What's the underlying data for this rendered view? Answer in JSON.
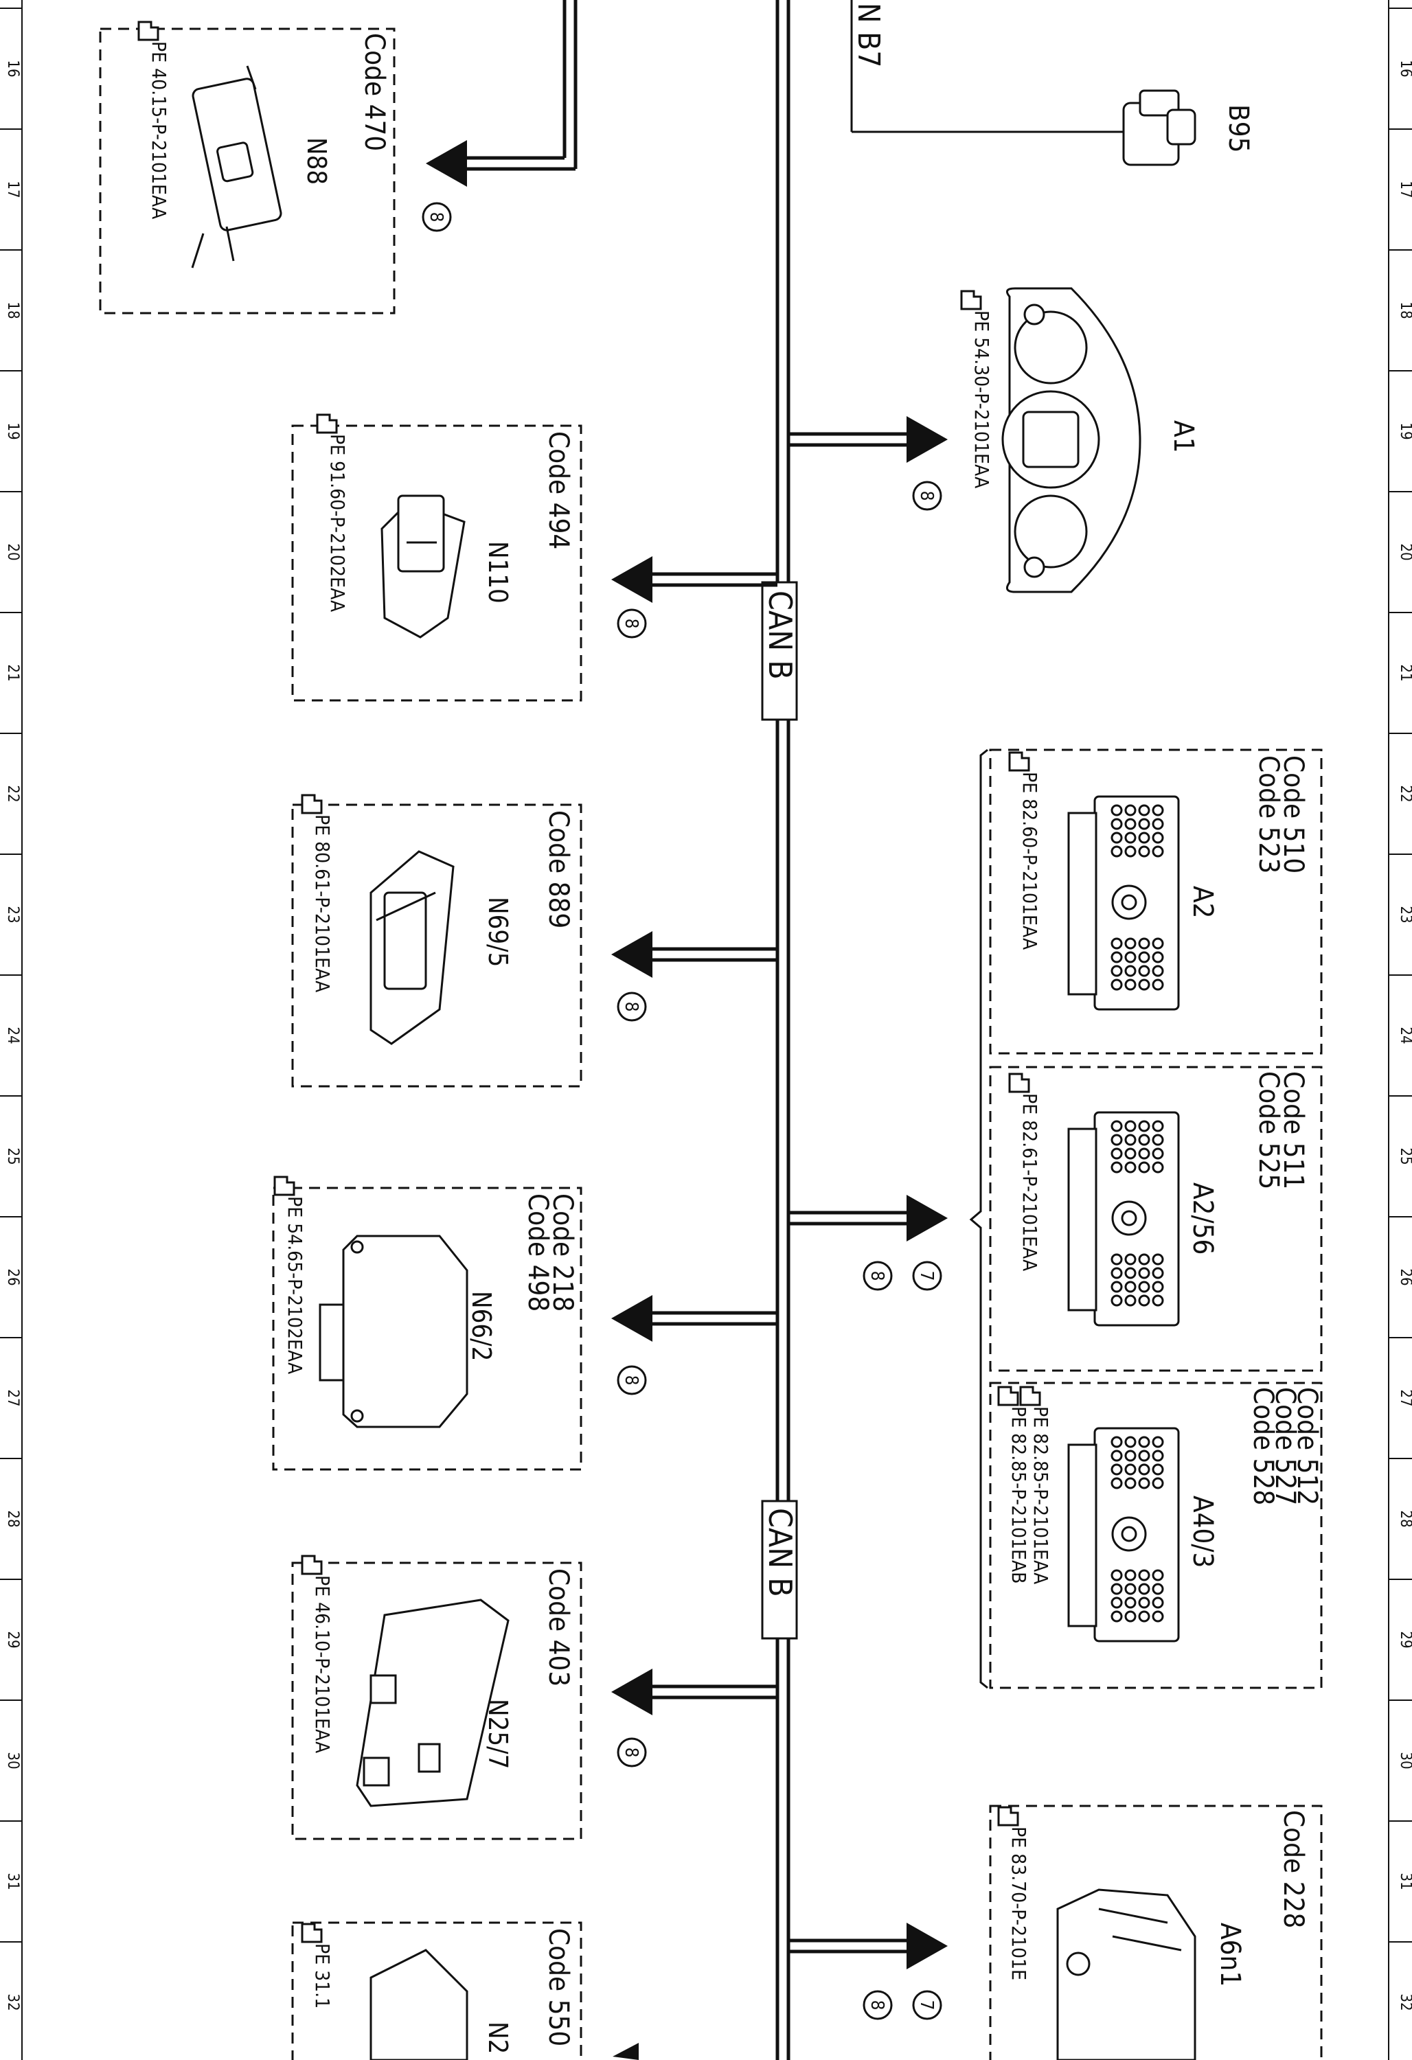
{
  "ruler": {
    "numbers": [
      "16",
      "17",
      "18",
      "19",
      "20",
      "21",
      "22",
      "23",
      "24",
      "25",
      "26",
      "27",
      "28",
      "29",
      "30",
      "31",
      "32"
    ]
  },
  "bus": {
    "can_label_1": "CAN B",
    "can_label_2": "CAN B",
    "top_label": "N B7"
  },
  "components": {
    "n88": {
      "id": "N88",
      "codes": [
        "Code 470"
      ],
      "refs": [
        "PE 40.15-P-2101EAA"
      ],
      "circle": "8"
    },
    "n110": {
      "id": "N110",
      "codes": [
        "Code 494"
      ],
      "refs": [
        "PE 91.60-P-2102EAA"
      ],
      "circle": "8"
    },
    "n69_5": {
      "id": "N69/5",
      "codes": [
        "Code 889"
      ],
      "refs": [
        "PE 80.61-P-2101EAA"
      ],
      "circle": "8"
    },
    "n66_2": {
      "id": "N66/2",
      "codes": [
        "Code 218",
        "Code 498"
      ],
      "refs": [
        "PE 54.65-P-2102EAA"
      ],
      "circle": "8"
    },
    "n25_7": {
      "id": "N25/7",
      "codes": [
        "Code 403"
      ],
      "refs": [
        "PE 46.10-P-2101EAA"
      ],
      "circle": "8"
    },
    "n2": {
      "id": "N2",
      "codes": [
        "Code 550"
      ],
      "refs": [
        "PE 31.1"
      ]
    },
    "b95": {
      "id": "B95"
    },
    "a1": {
      "id": "A1",
      "refs": [
        "PE 54.30-P-2101EAA"
      ],
      "circle": "8"
    },
    "a2": {
      "id": "A2",
      "codes": [
        "Code 510",
        "Code 523"
      ],
      "refs": [
        "PE 82.60-P-2101EAA"
      ]
    },
    "a2_56": {
      "id": "A2/56",
      "codes": [
        "Code 511",
        "Code 525"
      ],
      "refs": [
        "PE 82.61-P-2101EAA"
      ]
    },
    "a40_3": {
      "id": "A40/3",
      "codes": [
        "Code 512",
        "Code 527",
        "Code 528"
      ],
      "refs": [
        "PE 82.85-P-2101EAA",
        "PE 82.85-P-2101EAB"
      ]
    },
    "a6n1": {
      "id": "A6n1",
      "codes": [
        "Code 228"
      ],
      "refs": [
        "PE 83.70-P-2101E"
      ]
    },
    "radio_group": {
      "circle_a": "7",
      "circle_b": "8"
    },
    "a6n1_group": {
      "circle_a": "7",
      "circle_b": "8"
    }
  }
}
